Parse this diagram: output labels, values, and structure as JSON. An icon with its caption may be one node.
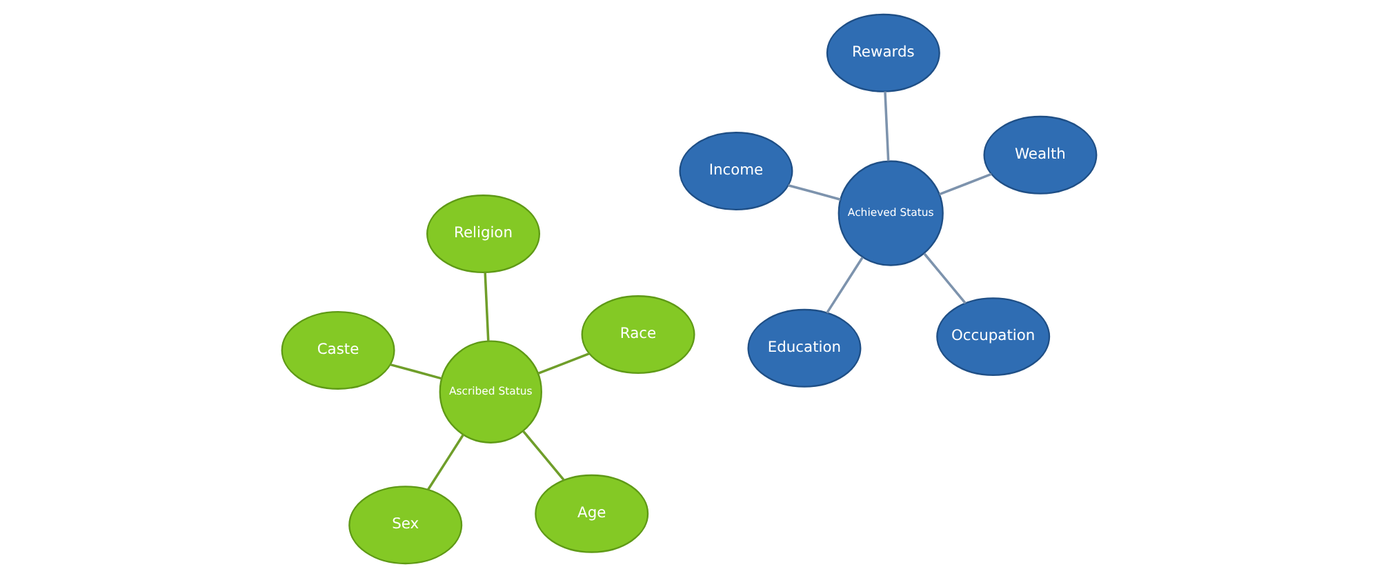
{
  "diagram": {
    "nodes": [
      {
        "text": [
          "Ascribed Status"
        ]
      },
      {
        "text": [
          "Age"
        ]
      },
      {
        "text": [
          "Sex"
        ]
      },
      {
        "text": [
          "Caste"
        ]
      },
      {
        "text": [
          "Race"
        ]
      },
      {
        "text": [
          "Religion"
        ]
      },
      {
        "text": [
          "Achieved Status"
        ]
      },
      {
        "text": [
          "Occupation"
        ]
      },
      {
        "text": [
          "Education"
        ]
      },
      {
        "text": [
          "Income"
        ]
      },
      {
        "text": [
          "Wealth"
        ]
      },
      {
        "text": [
          "Rewards"
        ]
      }
    ],
    "edges": [
      {
        "from": 0,
        "to": 1,
        "arrow": "none"
      },
      {
        "from": 0,
        "to": 2,
        "arrow": "none"
      },
      {
        "from": 0,
        "to": 3,
        "arrow": "none"
      },
      {
        "from": 0,
        "to": 4,
        "arrow": "none"
      },
      {
        "from": 0,
        "to": 5,
        "arrow": "none"
      },
      {
        "from": 6,
        "to": 7,
        "arrow": "none",
        "color": "#7d93ad"
      },
      {
        "from": 6,
        "to": 8,
        "arrow": "none",
        "color": "#7d93ad"
      },
      {
        "from": 6,
        "to": 9,
        "arrow": "none",
        "color": "#7d93ad"
      },
      {
        "from": 6,
        "to": 10,
        "arrow": "none",
        "color": "#7d93ad"
      },
      {
        "from": 6,
        "to": 11,
        "arrow": "none",
        "color": "#7d93ad"
      }
    ]
  }
}
